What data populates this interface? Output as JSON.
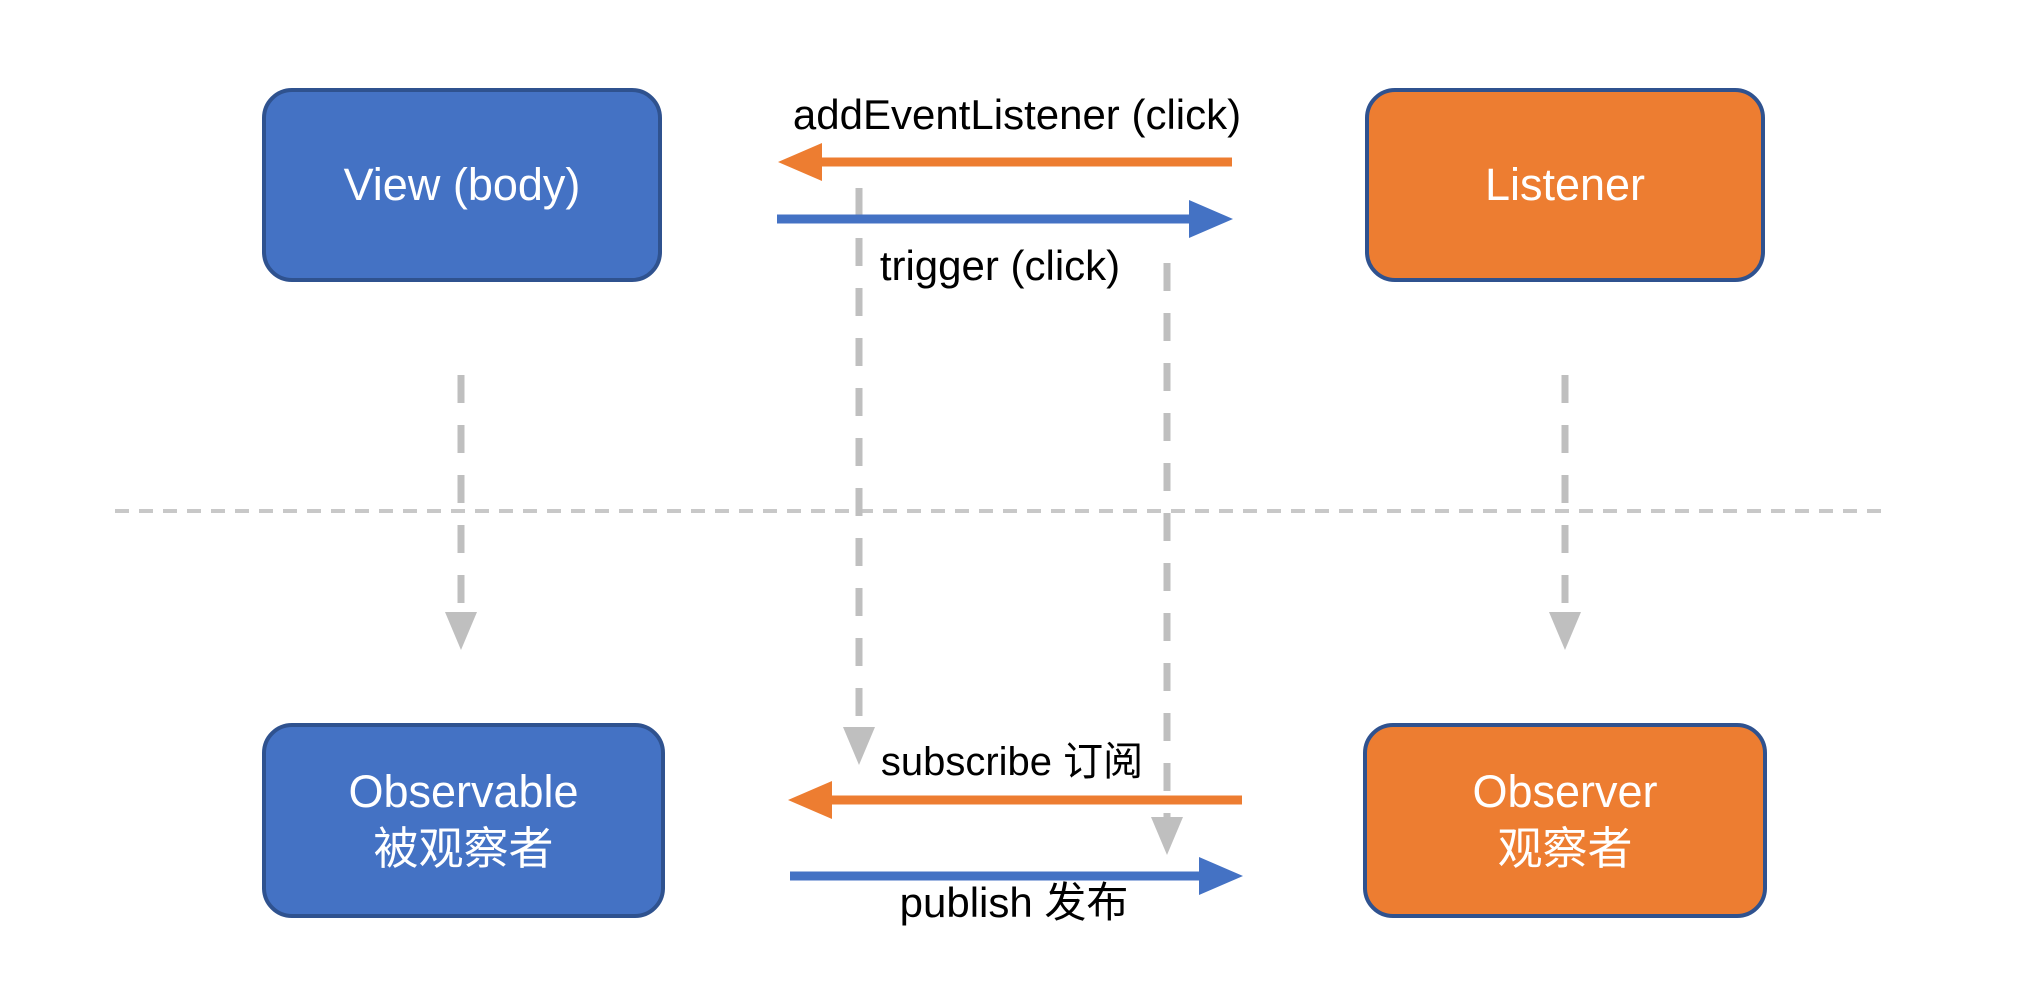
{
  "boxes": {
    "view": {
      "label": "View (body)"
    },
    "listener": {
      "label": "Listener"
    },
    "observable": {
      "line1": "Observable",
      "line2": "被观察者"
    },
    "observer": {
      "line1": "Observer",
      "line2": "观察者"
    }
  },
  "arrows": {
    "addEventListener": {
      "label": "addEventListener (click)",
      "direction": "left",
      "color": "#ED7D31"
    },
    "trigger": {
      "label": "trigger (click)",
      "direction": "right",
      "color": "#4472C4"
    },
    "subscribe": {
      "label": "subscribe 订阅",
      "direction": "left",
      "color": "#ED7D31"
    },
    "publish": {
      "label": "publish 发布",
      "direction": "right",
      "color": "#4472C4"
    }
  },
  "colors": {
    "blue_fill": "#4472C4",
    "orange_fill": "#ED7D31",
    "box_border": "#2F528F",
    "dashed_gray": "#BFBFBF",
    "separator_gray": "#C8C8C8",
    "label_text": "#000000",
    "box_text": "#FFFFFF",
    "background": "#FFFFFF"
  }
}
